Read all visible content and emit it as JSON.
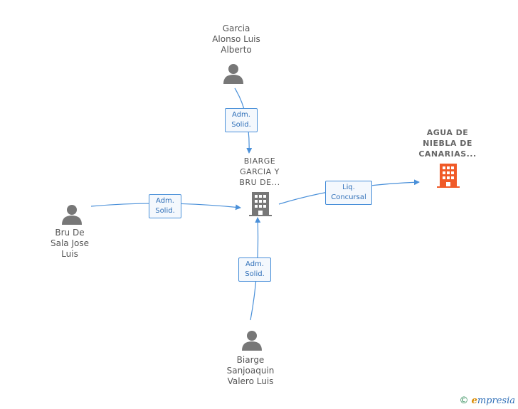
{
  "nodes": {
    "garcia": {
      "lines": [
        "Garcia",
        "Alonso Luis",
        "Alberto"
      ]
    },
    "biarge_company": {
      "lines": [
        "BIARGE",
        "GARCIA Y",
        "BRU DE..."
      ]
    },
    "agua_company": {
      "lines": [
        "AGUA DE",
        "NIEBLA DE",
        "CANARIAS..."
      ]
    },
    "bru": {
      "lines": [
        "Bru De",
        "Sala Jose",
        "Luis"
      ]
    },
    "biarge_person": {
      "lines": [
        "Biarge",
        "Sanjoaquin",
        "Valero Luis"
      ]
    }
  },
  "relations": {
    "garcia_to_biarge": {
      "line1": "Adm.",
      "line2": "Solid."
    },
    "bru_to_biarge": {
      "line1": "Adm.",
      "line2": "Solid."
    },
    "biarge_person_to_biarge": {
      "line1": "Adm.",
      "line2": "Solid."
    },
    "biarge_to_agua": {
      "line1": "Liq.",
      "line2": "Concursal"
    }
  },
  "footer": {
    "copyright": "©",
    "brand_initial": "e",
    "brand_rest": "mpresia"
  },
  "colors": {
    "edge": "#4a90d9",
    "person_icon": "#777777",
    "company_icon": "#777777",
    "highlight_company": "#f05a28"
  }
}
